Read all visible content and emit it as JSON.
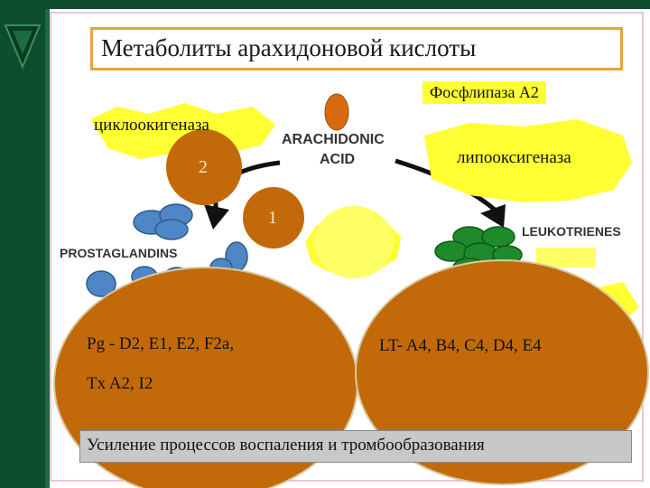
{
  "title": "Метаболиты арахидоновой кислоты",
  "enzymes": {
    "phospholipase": "Фосфлипаза А2",
    "cyclooxygenase": "циклоокигеназа",
    "lipoxygenase": "липооксигеназа"
  },
  "center_label": [
    "ARACHIDONIC",
    "ACID"
  ],
  "pathway_numbers": {
    "two": "2",
    "one": "1"
  },
  "products": {
    "prostaglandins": "PROSTAGLANDINS",
    "leukotrienes": "LEUKOTRIENES"
  },
  "left_list": {
    "line1": "Pg -   D2,  E1,  E2,   F2a,",
    "line2": "Tx A2,   I2"
  },
  "right_list": "LT- A4, B4, C4, D4, E4",
  "footer": "Усиление процессов воспаления и тромбообразования",
  "colors": {
    "sidebar_dark": "#0f4d2f",
    "accent_orange": "#c26a0a",
    "yellow": "#ffff33",
    "title_border": "#e8a33d",
    "blue_cells": "#4f86c6",
    "green_cells": "#1e8a2a"
  }
}
